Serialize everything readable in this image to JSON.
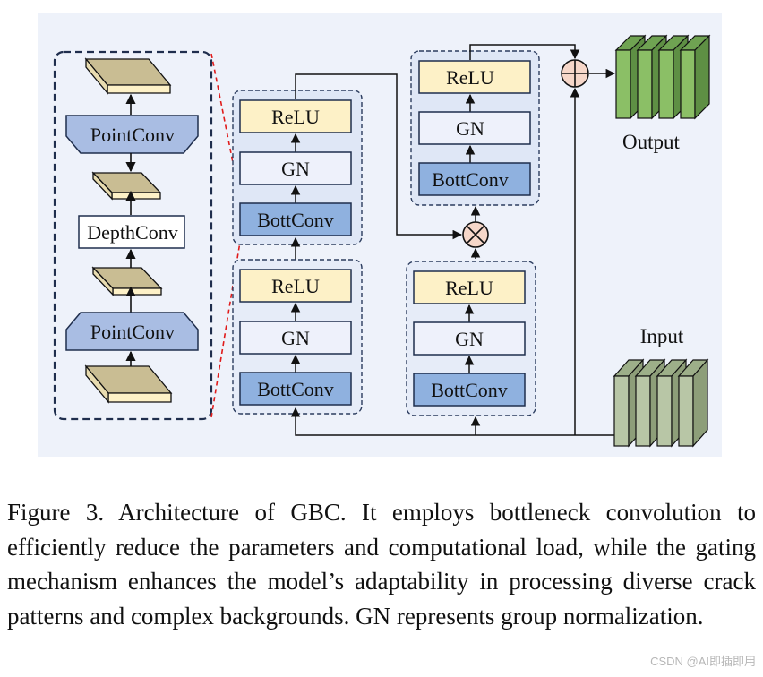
{
  "figure": {
    "blocks": {
      "point_conv": "PointConv",
      "depth_conv": "DepthConv",
      "relu": "ReLU",
      "gn": "GN",
      "bott_conv": "BottConv"
    },
    "io": {
      "input_label": "Input",
      "output_label": "Output"
    },
    "colors": {
      "panel_bg": "#eef2fa",
      "relu_fill": "#fdf1c7",
      "gn_fill": "#eef1fb",
      "bottconv_fill": "#8fb1df",
      "pointconv_fill": "#a9bde3",
      "slab_top": "#c9bd93",
      "slab_side": "#fdf1c7",
      "output_stack": "#8bbf66",
      "input_stack": "#b8c6a6",
      "callout_line": "#e01b1b"
    }
  },
  "caption": {
    "label": "Figure 3.",
    "text": "Architecture of GBC. It employs bottleneck convolution to efficiently reduce the parameters and computational load, while the gating mechanism enhances the model’s adaptability in processing diverse crack patterns and complex backgrounds. GN represents group normalization."
  },
  "watermark": "CSDN @AI即插即用"
}
